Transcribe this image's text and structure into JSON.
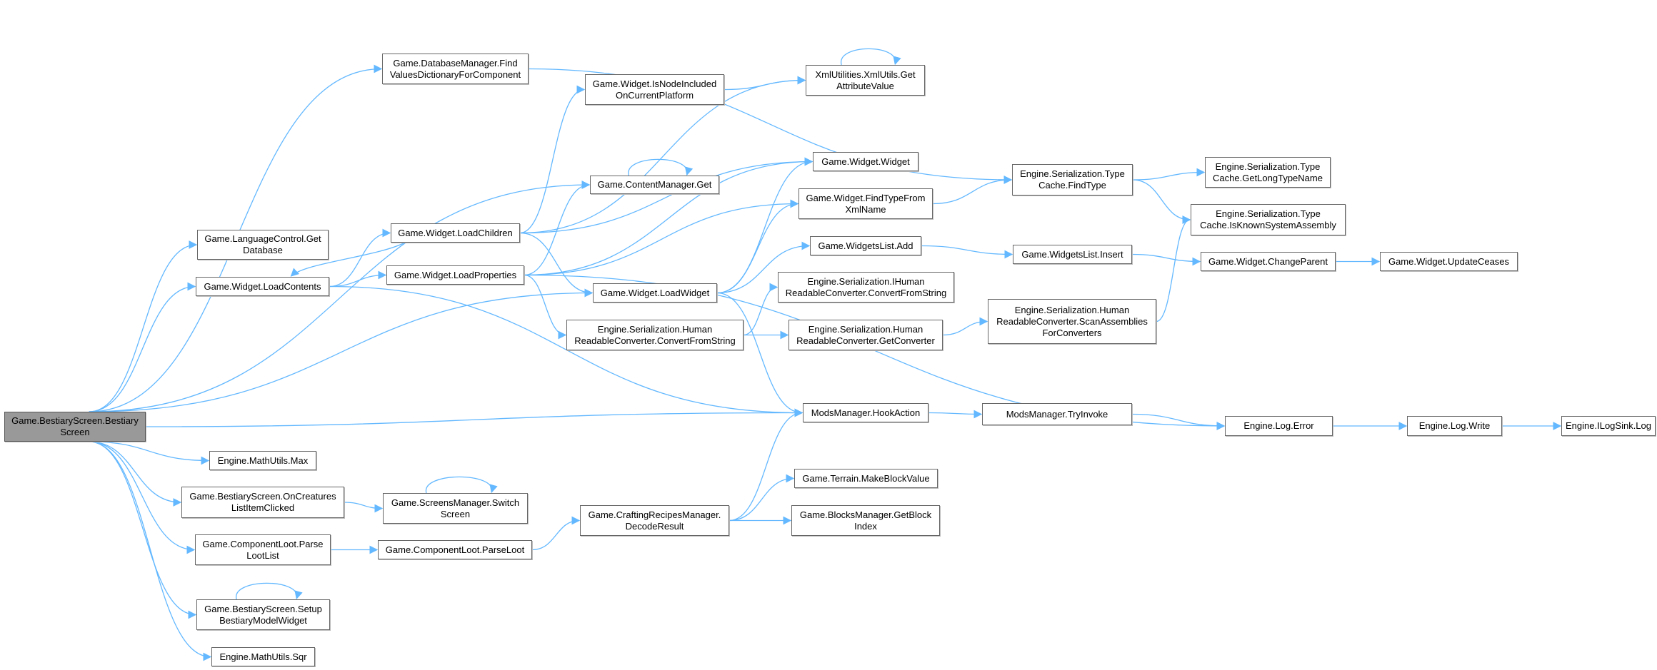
{
  "graph": {
    "edge_color": "#63b8ff",
    "root_color": "#999999",
    "nodes": [
      {
        "id": "root",
        "label": "Game.BestiaryScreen.Bestiary\nScreen",
        "root": true
      },
      {
        "id": "dbfind",
        "label": "Game.DatabaseManager.Find\nValuesDictionaryForComponent"
      },
      {
        "id": "langdb",
        "label": "Game.LanguageControl.Get\nDatabase"
      },
      {
        "id": "loadcontents",
        "label": "Game.Widget.LoadContents"
      },
      {
        "id": "loadchildren",
        "label": "Game.Widget.LoadChildren"
      },
      {
        "id": "loadprops",
        "label": "Game.Widget.LoadProperties"
      },
      {
        "id": "isnode",
        "label": "Game.Widget.IsNodeIncluded\nOnCurrentPlatform"
      },
      {
        "id": "cmget",
        "label": "Game.ContentManager.Get"
      },
      {
        "id": "loadwidget",
        "label": "Game.Widget.LoadWidget"
      },
      {
        "id": "hrcconv",
        "label": "Engine.Serialization.Human\nReadableConverter.ConvertFromString"
      },
      {
        "id": "xmlutils",
        "label": "XmlUtilities.XmlUtils.Get\nAttributeValue"
      },
      {
        "id": "widget",
        "label": "Game.Widget.Widget"
      },
      {
        "id": "findtypexml",
        "label": "Game.Widget.FindTypeFrom\nXmlName"
      },
      {
        "id": "wladd",
        "label": "Game.WidgetsList.Add"
      },
      {
        "id": "ihrcconv",
        "label": "Engine.Serialization.IHuman\nReadableConverter.ConvertFromString"
      },
      {
        "id": "getconv",
        "label": "Engine.Serialization.Human\nReadableConverter.GetConverter"
      },
      {
        "id": "findtype",
        "label": "Engine.Serialization.Type\nCache.FindType"
      },
      {
        "id": "longtype",
        "label": "Engine.Serialization.Type\nCache.GetLongTypeName"
      },
      {
        "id": "isknown",
        "label": "Engine.Serialization.Type\nCache.IsKnownSystemAssembly"
      },
      {
        "id": "wlinsert",
        "label": "Game.WidgetsList.Insert"
      },
      {
        "id": "changeparent",
        "label": "Game.Widget.ChangeParent"
      },
      {
        "id": "updateceases",
        "label": "Game.Widget.UpdateCeases"
      },
      {
        "id": "scan",
        "label": "Engine.Serialization.Human\nReadableConverter.ScanAssemblies\nForConverters"
      },
      {
        "id": "logerror",
        "label": "Engine.Log.Error"
      },
      {
        "id": "logwrite",
        "label": "Engine.Log.Write"
      },
      {
        "id": "logsink",
        "label": "Engine.ILogSink.Log"
      },
      {
        "id": "tryinvoke",
        "label": "ModsManager.TryInvoke"
      },
      {
        "id": "hookaction",
        "label": "ModsManager.HookAction"
      },
      {
        "id": "max",
        "label": "Engine.MathUtils.Max"
      },
      {
        "id": "oncreatures",
        "label": "Game.BestiaryScreen.OnCreatures\nListItemClicked"
      },
      {
        "id": "switchscreen",
        "label": "Game.ScreensManager.Switch\nScreen"
      },
      {
        "id": "parselootlist",
        "label": "Game.ComponentLoot.Parse\nLootList"
      },
      {
        "id": "parseloot",
        "label": "Game.ComponentLoot.ParseLoot"
      },
      {
        "id": "decode",
        "label": "Game.CraftingRecipesManager.\nDecodeResult"
      },
      {
        "id": "makeblock",
        "label": "Game.Terrain.MakeBlockValue"
      },
      {
        "id": "getblock",
        "label": "Game.BlocksManager.GetBlock\nIndex"
      },
      {
        "id": "setup",
        "label": "Game.BestiaryScreen.Setup\nBestiaryModelWidget"
      },
      {
        "id": "sqr",
        "label": "Engine.MathUtils.Sqr"
      }
    ],
    "edges": [
      [
        "root",
        "dbfind"
      ],
      [
        "root",
        "cmget"
      ],
      [
        "root",
        "langdb"
      ],
      [
        "root",
        "loadcontents"
      ],
      [
        "root",
        "loadwidget"
      ],
      [
        "root",
        "hookaction"
      ],
      [
        "root",
        "max"
      ],
      [
        "root",
        "oncreatures"
      ],
      [
        "root",
        "parselootlist"
      ],
      [
        "root",
        "setup"
      ],
      [
        "root",
        "sqr"
      ],
      [
        "dbfind",
        "findtype"
      ],
      [
        "loadcontents",
        "loadchildren"
      ],
      [
        "loadcontents",
        "loadprops"
      ],
      [
        "loadcontents",
        "hookaction"
      ],
      [
        "loadchildren",
        "loadcontents"
      ],
      [
        "loadchildren",
        "xmlutils"
      ],
      [
        "loadchildren",
        "isnode"
      ],
      [
        "loadchildren",
        "widget"
      ],
      [
        "loadchildren",
        "loadwidget"
      ],
      [
        "loadprops",
        "cmget"
      ],
      [
        "loadprops",
        "widget"
      ],
      [
        "loadprops",
        "findtypexml"
      ],
      [
        "loadprops",
        "hrcconv"
      ],
      [
        "loadprops",
        "logerror"
      ],
      [
        "isnode",
        "xmlutils"
      ],
      [
        "xmlutils",
        "xmlutils"
      ],
      [
        "cmget",
        "cmget"
      ],
      [
        "loadwidget",
        "widget"
      ],
      [
        "loadwidget",
        "findtypexml"
      ],
      [
        "loadwidget",
        "wladd"
      ],
      [
        "loadwidget",
        "hookaction"
      ],
      [
        "hrcconv",
        "ihrcconv"
      ],
      [
        "hrcconv",
        "getconv"
      ],
      [
        "getconv",
        "scan"
      ],
      [
        "scan",
        "isknown"
      ],
      [
        "findtypexml",
        "findtype"
      ],
      [
        "findtype",
        "longtype"
      ],
      [
        "findtype",
        "isknown"
      ],
      [
        "wladd",
        "wlinsert"
      ],
      [
        "wlinsert",
        "changeparent"
      ],
      [
        "changeparent",
        "updateceases"
      ],
      [
        "hookaction",
        "tryinvoke"
      ],
      [
        "tryinvoke",
        "logerror"
      ],
      [
        "logerror",
        "logwrite"
      ],
      [
        "logwrite",
        "logsink"
      ],
      [
        "oncreatures",
        "switchscreen"
      ],
      [
        "switchscreen",
        "switchscreen"
      ],
      [
        "parselootlist",
        "parseloot"
      ],
      [
        "parseloot",
        "decode"
      ],
      [
        "decode",
        "hookaction"
      ],
      [
        "decode",
        "makeblock"
      ],
      [
        "decode",
        "getblock"
      ],
      [
        "setup",
        "setup"
      ]
    ]
  }
}
